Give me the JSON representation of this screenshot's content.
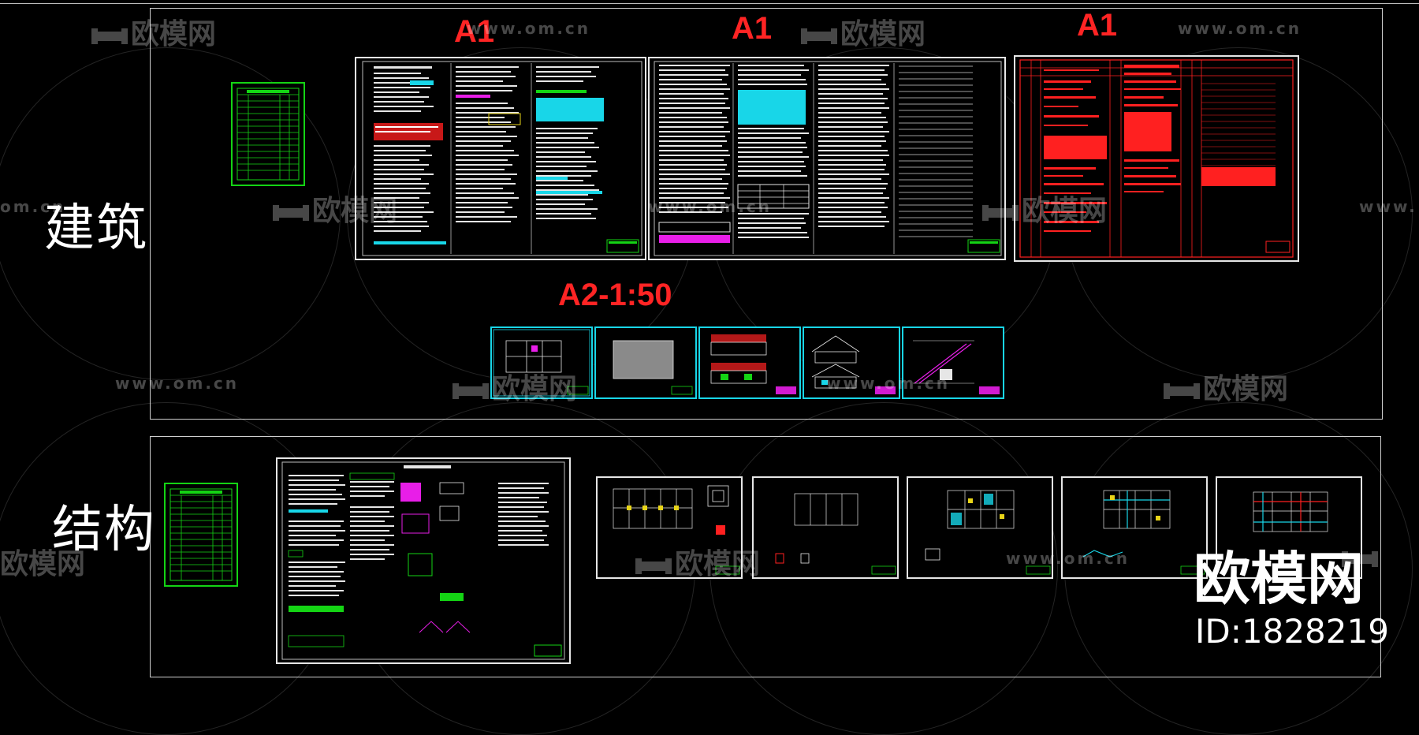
{
  "labels": {
    "a1_left": "A1",
    "a1_mid": "A1",
    "a1_right": "A1",
    "a2": "A2-1:50",
    "architecture": "建筑",
    "structure": "结构"
  },
  "watermark": {
    "brand": "欧模网",
    "url": "www.om.cn",
    "url_short": "om.cn",
    "url_partial": "www."
  },
  "corner": {
    "logo": "欧模网",
    "id_text": "ID:1828219"
  },
  "colors": {
    "background": "#000000",
    "label_red": "#ff2424",
    "cad_white": "#e6e6e6",
    "cad_green": "#14d414",
    "cad_cyan": "#18d6e8",
    "cad_red": "#ff2020",
    "cad_magenta": "#e81ee8"
  }
}
